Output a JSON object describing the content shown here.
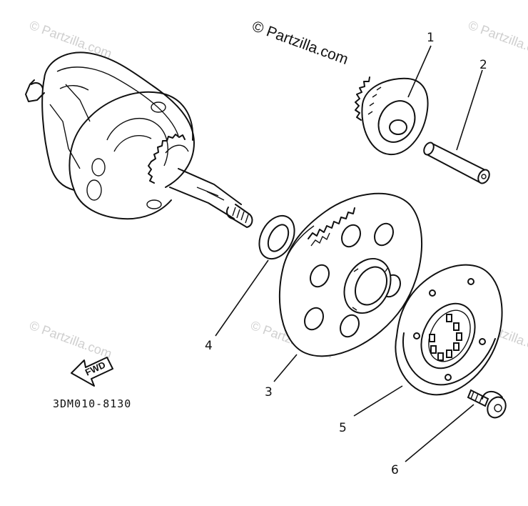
{
  "watermark": {
    "main": "© Partzilla.com",
    "faint": "© Partzilla.com"
  },
  "callouts": [
    {
      "id": "1",
      "label": "1"
    },
    {
      "id": "2",
      "label": "2"
    },
    {
      "id": "3",
      "label": "3"
    },
    {
      "id": "4",
      "label": "4"
    },
    {
      "id": "5",
      "label": "5"
    },
    {
      "id": "6",
      "label": "6"
    }
  ],
  "diagram_code": "3DM010-8130",
  "direction_arrow": {
    "label": "FWD"
  }
}
